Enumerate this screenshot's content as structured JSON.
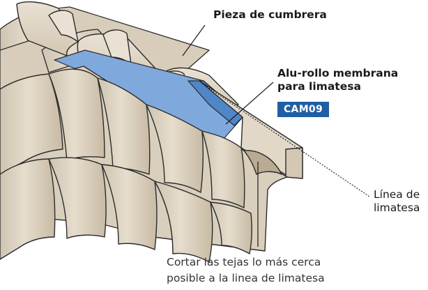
{
  "labels": {
    "ridge_piece": "Pieza de cumbrera",
    "membrane_line1": "Alu-rollo membrana",
    "membrane_line2": "para limatesa",
    "product_code": "CAM09",
    "hip_line_line1": "Línea de",
    "hip_line_line2": "limatesa",
    "cut_note_line1": "Cortar las tejas lo más cerca",
    "cut_note_line2": "posible a la linea de limatesa"
  },
  "colors": {
    "tile": "#ddd3c2",
    "tile_shadow": "#c7baa4",
    "tile_outline": "#2b2b2b",
    "membrane": "#7fa9dd",
    "membrane_dark": "#4f86c8",
    "badge": "#1f5fa3"
  }
}
